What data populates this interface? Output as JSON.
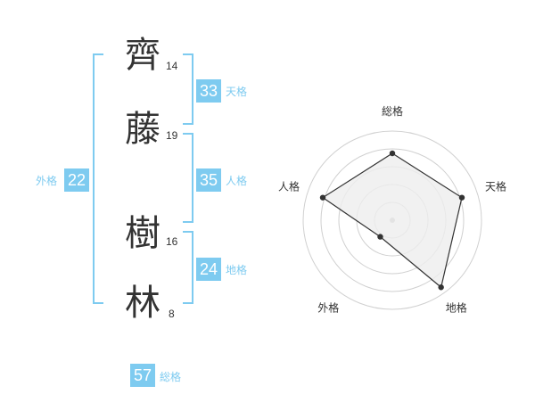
{
  "name": {
    "chars": [
      {
        "char": "齊",
        "strokes": "14"
      },
      {
        "char": "藤",
        "strokes": "19"
      },
      {
        "char": "樹",
        "strokes": "16"
      },
      {
        "char": "林",
        "strokes": "8"
      }
    ]
  },
  "scores": {
    "tenkaku": {
      "label": "天格",
      "value": "33"
    },
    "jinkaku": {
      "label": "人格",
      "value": "35"
    },
    "chikaku": {
      "label": "地格",
      "value": "24"
    },
    "gaikaku": {
      "label": "外格",
      "value": "22"
    },
    "soukaku": {
      "label": "総格",
      "value": "57"
    }
  },
  "colors": {
    "accent": "#7ecbf0",
    "text": "#333333",
    "grid": "#d0d0d0",
    "fill": "#eeeeee"
  },
  "chart_data": {
    "type": "radar",
    "axes": [
      "総格",
      "天格",
      "地格",
      "外格",
      "人格"
    ],
    "values": [
      0.75,
      0.82,
      0.93,
      0.23,
      0.82
    ],
    "rings": 5,
    "grid": true
  }
}
